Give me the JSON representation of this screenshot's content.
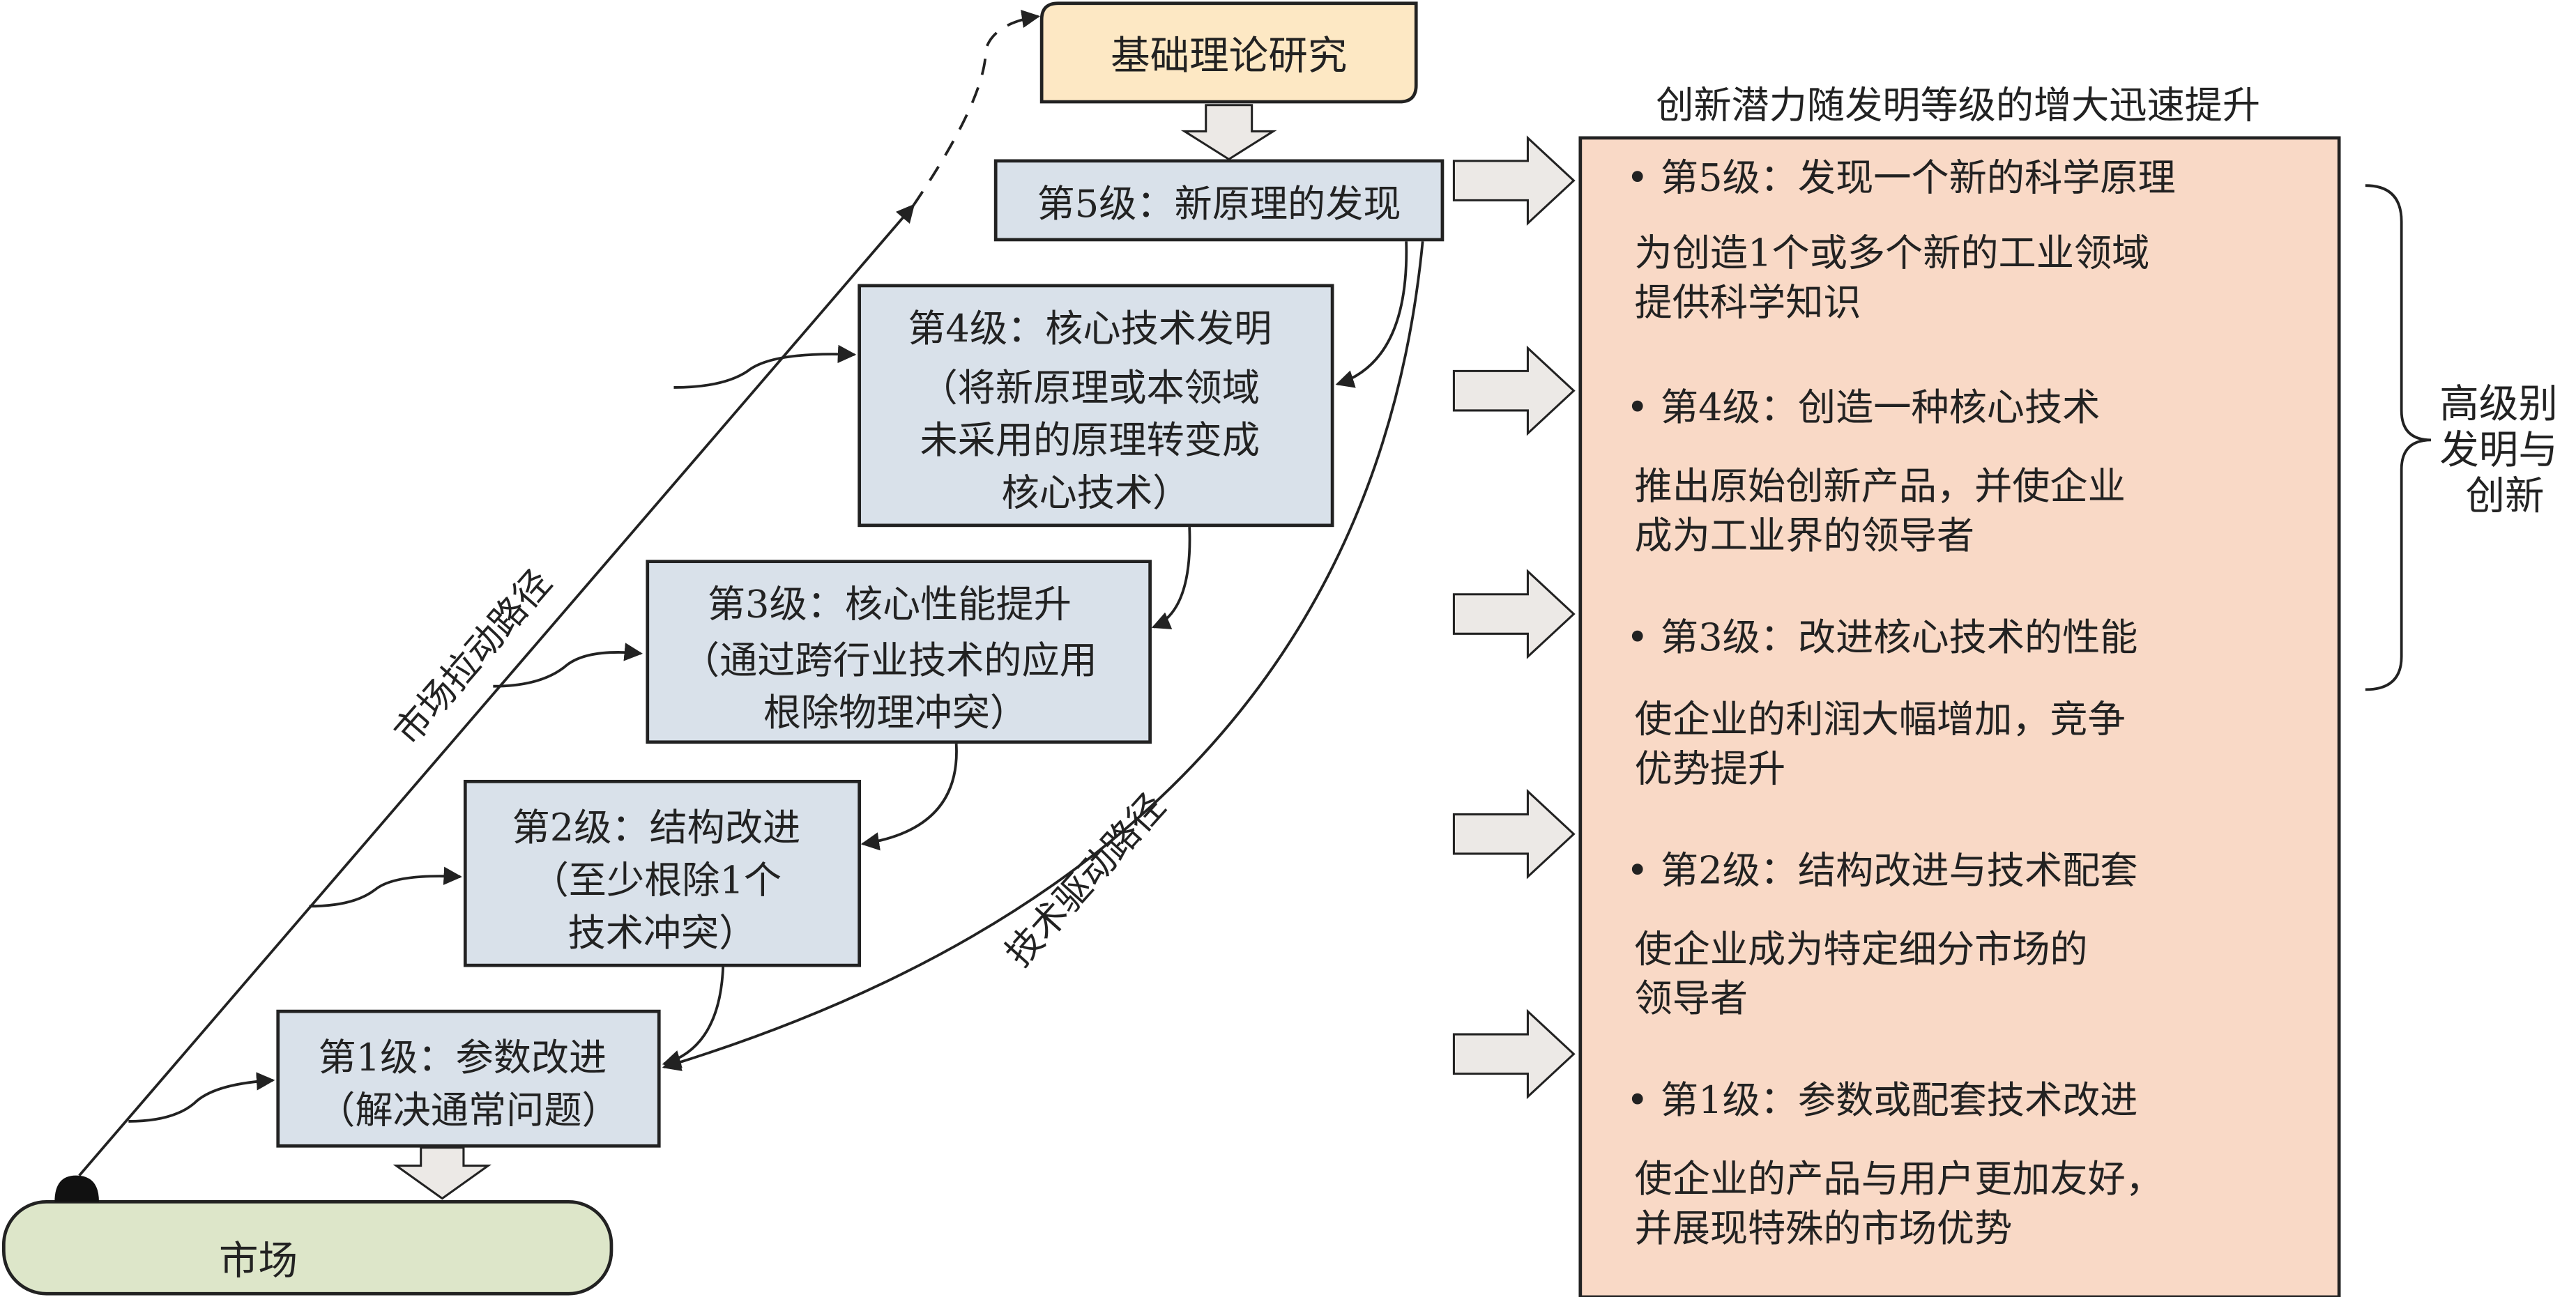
{
  "left": {
    "research": "基础理论研究",
    "market": "市场",
    "market_pull_label": "市场拉动路径",
    "tech_push_label": "技术驱动路径",
    "levels": [
      {
        "lines": [
          "第5级：新原理的发现"
        ]
      },
      {
        "lines": [
          "第4级：核心技术发明",
          "（将新原理或本领域",
          "未采用的原理转变成",
          "核心技术）"
        ]
      },
      {
        "lines": [
          "第3级：核心性能提升",
          "（通过跨行业技术的应用",
          "根除物理冲突）"
        ]
      },
      {
        "lines": [
          "第2级：结构改进",
          "（至少根除1个",
          "技术冲突）"
        ]
      },
      {
        "lines": [
          "第1级：参数改进",
          "（解决通常问题）"
        ]
      }
    ]
  },
  "right": {
    "title": "创新潜力随发明等级的增大迅速提升",
    "items": [
      {
        "head": "• 第5级：发现一个新的科学原理",
        "body": [
          "为创造1个或多个新的工业领域",
          "提供科学知识"
        ]
      },
      {
        "head": "• 第4级：创造一种核心技术",
        "body": [
          "推出原始创新产品，并使企业",
          "成为工业界的领导者"
        ]
      },
      {
        "head": "• 第3级：改进核心技术的性能",
        "body": [
          "使企业的利润大幅增加，竞争",
          "优势提升"
        ]
      },
      {
        "head": "• 第2级：结构改进与技术配套",
        "body": [
          "使企业成为特定细分市场的",
          "领导者"
        ]
      },
      {
        "head": "• 第1级：参数或配套技术改进",
        "body": [
          "使企业的产品与用户更加友好，",
          "并展现特殊的市场优势"
        ]
      }
    ],
    "brace_label": [
      "高级别",
      "发明与",
      "创新"
    ]
  },
  "colors": {
    "level_fill": "#d9e1ea",
    "research_fill": "#fde8c4",
    "market_fill": "#dde6c9",
    "panel_fill": "#f9d9c6",
    "arrow_fill": "#ece9e6"
  }
}
